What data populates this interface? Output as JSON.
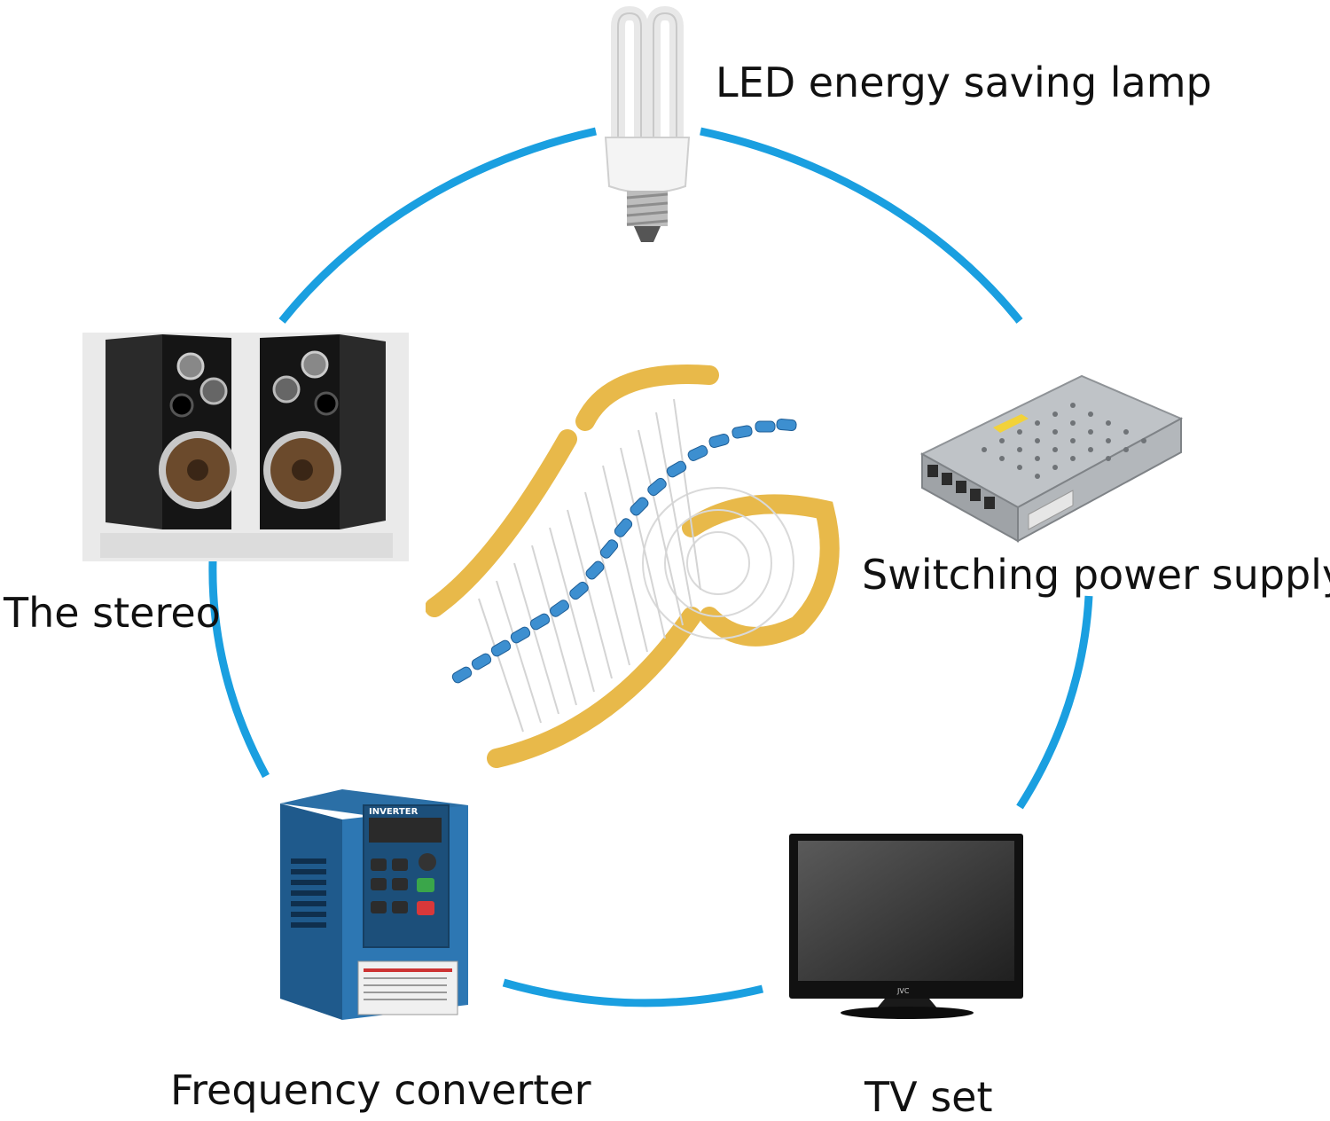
{
  "diagram": {
    "center": {
      "icon": "resistor-tape-roll-icon"
    },
    "applications": [
      {
        "id": "lamp",
        "label": "LED energy saving lamp",
        "icon": "energy-saving-lamp-icon"
      },
      {
        "id": "psu",
        "label": "Switching power supply",
        "icon": "power-supply-icon"
      },
      {
        "id": "tv",
        "label": "TV set",
        "icon": "tv-icon",
        "brand": "JVC"
      },
      {
        "id": "inverter",
        "label": "Frequency converter",
        "icon": "inverter-icon",
        "panel_text": "INVERTER"
      },
      {
        "id": "stereo",
        "label": "The stereo",
        "icon": "speakers-icon"
      }
    ],
    "ring_color": "#1a9fe0"
  }
}
